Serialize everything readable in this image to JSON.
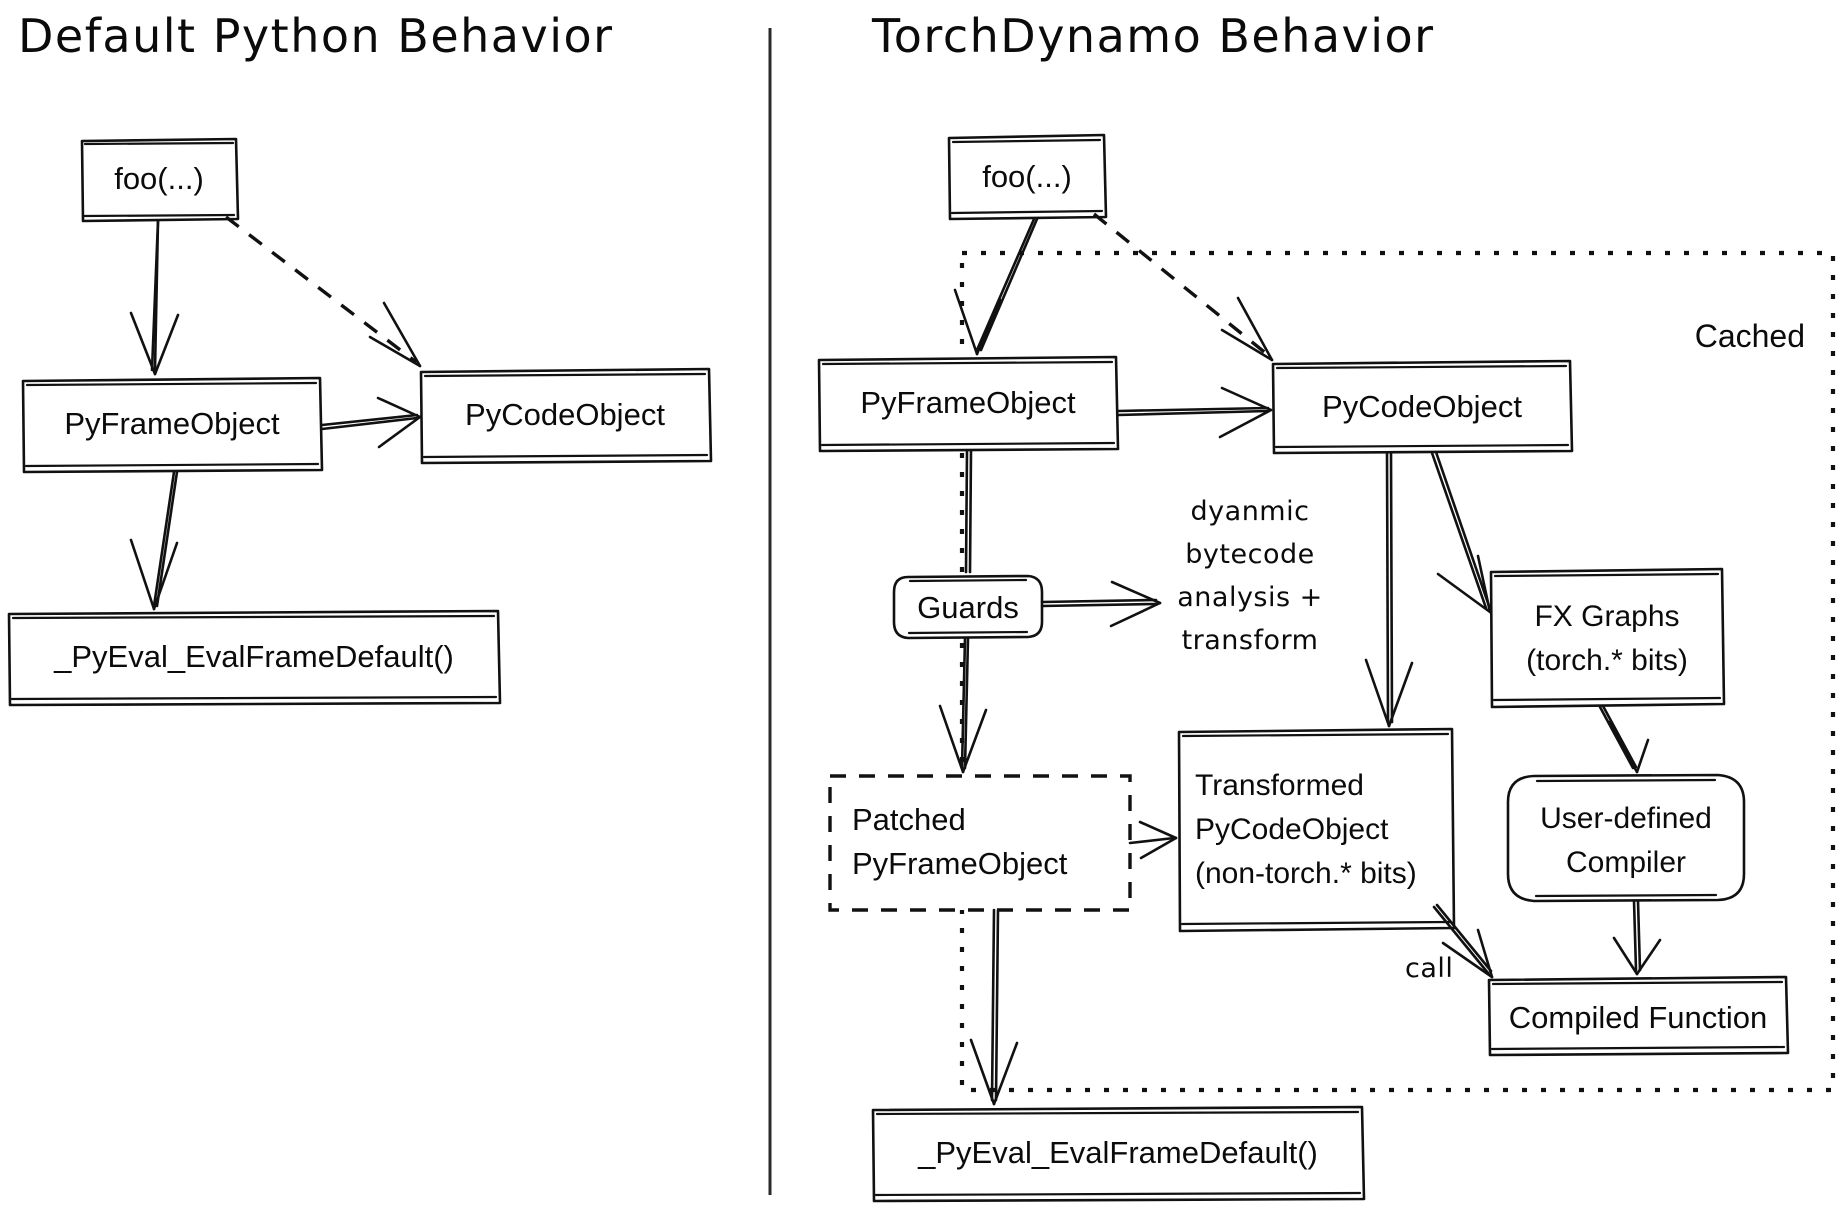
{
  "figure": {
    "type": "diagram",
    "description": "Side-by-side hand-drawn flow diagram comparing default CPython frame evaluation with TorchDynamo frame evaluation",
    "panels": [
      {
        "id": "left",
        "title": "Default Python Behavior",
        "nodes": [
          {
            "id": "foo-left",
            "label": "foo(...)",
            "shape": "rect"
          },
          {
            "id": "pyframeobject-left",
            "label": "PyFrameObject",
            "shape": "rect"
          },
          {
            "id": "pycodeobject-left",
            "label": "PyCodeObject",
            "shape": "rect"
          },
          {
            "id": "evalframe-left",
            "label": "_PyEval_EvalFrameDefault()",
            "shape": "rect"
          }
        ],
        "edges": [
          {
            "from": "foo-left",
            "to": "pyframeobject-left",
            "style": "solid"
          },
          {
            "from": "foo-left",
            "to": "pycodeobject-left",
            "style": "dashed"
          },
          {
            "from": "pyframeobject-left",
            "to": "pycodeobject-left",
            "style": "solid"
          },
          {
            "from": "pyframeobject-left",
            "to": "evalframe-left",
            "style": "solid"
          }
        ]
      },
      {
        "id": "right",
        "title": "TorchDynamo Behavior",
        "group_label": "Cached",
        "nodes": [
          {
            "id": "foo-right",
            "label": "foo(...)",
            "shape": "rect"
          },
          {
            "id": "pyframeobject-right",
            "label": "PyFrameObject",
            "shape": "rect"
          },
          {
            "id": "guards",
            "label": "Guards",
            "shape": "rounded-rect"
          },
          {
            "id": "patched-pyframeobject",
            "label_line1": "Patched",
            "label_line2": "PyFrameObject",
            "shape": "dashed-rect"
          },
          {
            "id": "pycodeobject-right",
            "label": "PyCodeObject",
            "shape": "rect"
          },
          {
            "id": "transformed-pycodeobject",
            "label_line1": "Transformed",
            "label_line2": "PyCodeObject",
            "label_line3": "(non-torch.* bits)",
            "shape": "rect"
          },
          {
            "id": "fx-graphs",
            "label_line1": "FX Graphs",
            "label_line2": "(torch.* bits)",
            "shape": "rect"
          },
          {
            "id": "user-defined-compiler",
            "label_line1": "User-defined",
            "label_line2": "Compiler",
            "shape": "rounded-rect"
          },
          {
            "id": "compiled-function",
            "label": "Compiled Function",
            "shape": "rect"
          },
          {
            "id": "evalframe-right",
            "label": "_PyEval_EvalFrameDefault()",
            "shape": "rect"
          }
        ],
        "annotations": [
          {
            "id": "transform-note",
            "line1": "dyanmic",
            "line2": "bytecode",
            "line3": "analysis +",
            "line4": "transform"
          },
          {
            "id": "call-note",
            "text": "call"
          }
        ],
        "edges": [
          {
            "from": "foo-right",
            "to": "pyframeobject-right",
            "style": "solid"
          },
          {
            "from": "foo-right",
            "to": "pycodeobject-right",
            "style": "dashed"
          },
          {
            "from": "pyframeobject-right",
            "to": "pycodeobject-right",
            "style": "solid"
          },
          {
            "from": "pyframeobject-right",
            "to": "guards",
            "style": "solid"
          },
          {
            "from": "guards",
            "to": "patched-pyframeobject",
            "style": "solid"
          },
          {
            "from": "guards",
            "to": "transformed-pycodeobject",
            "style": "solid"
          },
          {
            "from": "pycodeobject-right",
            "to": "transformed-pycodeobject",
            "style": "solid"
          },
          {
            "from": "pycodeobject-right",
            "to": "fx-graphs",
            "style": "solid"
          },
          {
            "from": "patched-pyframeobject",
            "to": "transformed-pycodeobject",
            "style": "solid"
          },
          {
            "from": "fx-graphs",
            "to": "user-defined-compiler",
            "style": "solid"
          },
          {
            "from": "user-defined-compiler",
            "to": "compiled-function",
            "style": "solid"
          },
          {
            "from": "transformed-pycodeobject",
            "to": "compiled-function",
            "style": "solid",
            "label": "call"
          },
          {
            "from": "patched-pyframeobject",
            "to": "evalframe-right",
            "style": "solid"
          }
        ]
      }
    ],
    "colors": {
      "stroke": "#111111",
      "background": "#ffffff",
      "text": "#0b0b0b"
    }
  }
}
